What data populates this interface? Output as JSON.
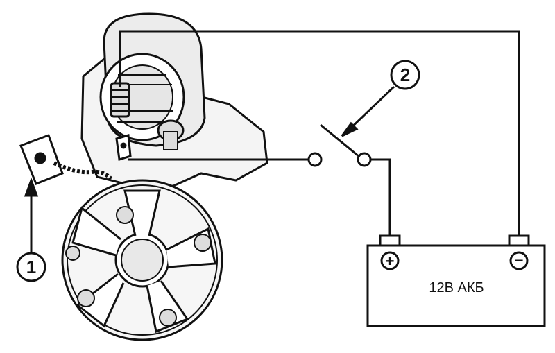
{
  "callouts": {
    "one": "1",
    "two": "2"
  },
  "battery": {
    "label": "12В  АКБ",
    "positive": "+",
    "negative": "−"
  },
  "colors": {
    "ink": "#111111",
    "paper": "#ffffff",
    "shade": "#cfcfcf"
  }
}
